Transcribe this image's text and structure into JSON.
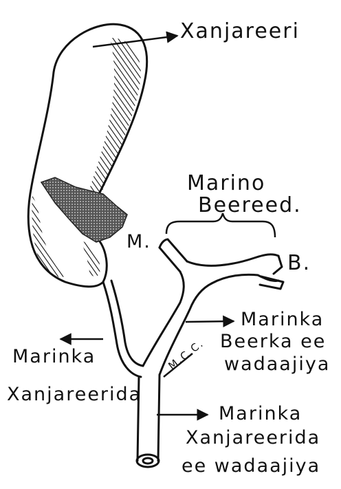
{
  "labels": {
    "gallbladder": "Xanjareeri",
    "hepatic_ducts_line1": "Marino",
    "hepatic_ducts_line2": "Beereed.",
    "mark_m": "M.",
    "mark_b": "B.",
    "common_hepatic_line1": "Marinka",
    "common_hepatic_line2": "Beerka ee",
    "common_hepatic_line3": "wadaajiya",
    "mcc": "M.C.C.",
    "cystic_duct_line1": "Marinka",
    "cystic_duct_line2": "Xanjareerida",
    "common_bile_line1": "Marinka",
    "common_bile_line2": "Xanjareerida",
    "common_bile_line3": "ee wadaajiya"
  },
  "colors": {
    "ink": "#111111",
    "paper": "#ffffff"
  }
}
